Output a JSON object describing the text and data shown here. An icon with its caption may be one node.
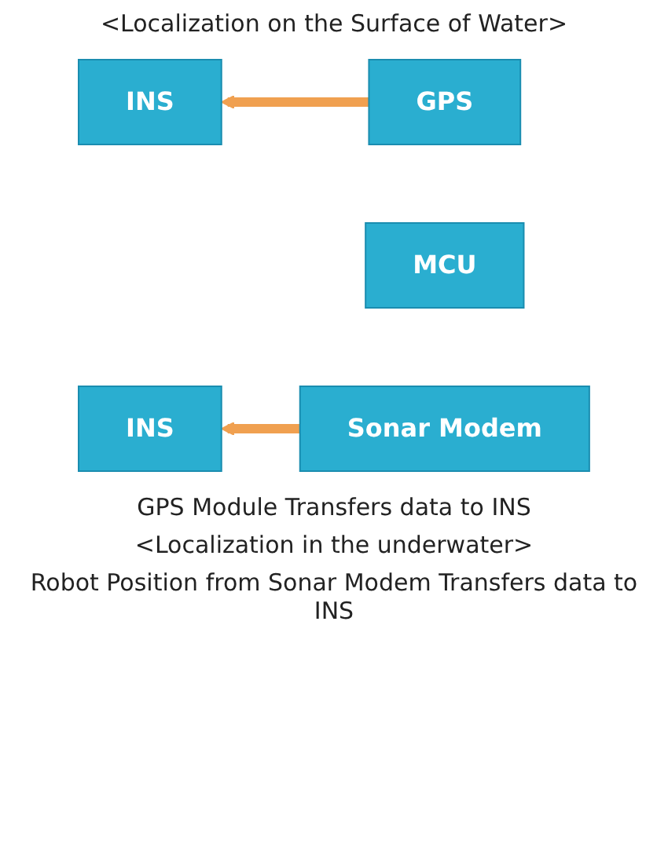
{
  "diagram": {
    "nodes": [
      {
        "text": [
          "INS"
        ]
      },
      {
        "text": [
          "GPS"
        ]
      },
      {
        "text": [
          "INS"
        ]
      },
      {
        "text": [
          "MCU"
        ]
      },
      {
        "text": [
          "Sonar Modem"
        ]
      }
    ],
    "edges": [
      {
        "from": 1,
        "to": 0,
        "arrow": "to"
      },
      {
        "from": 4,
        "to": 2,
        "arrow": "to"
      }
    ],
    "labels": [
      "<Localization on the Surface of Water>",
      "GPS Module Transfers data to INS",
      "<Localization in the underwater>",
      "Robot Position from Sonar Modem Transfers data to INS"
    ]
  }
}
